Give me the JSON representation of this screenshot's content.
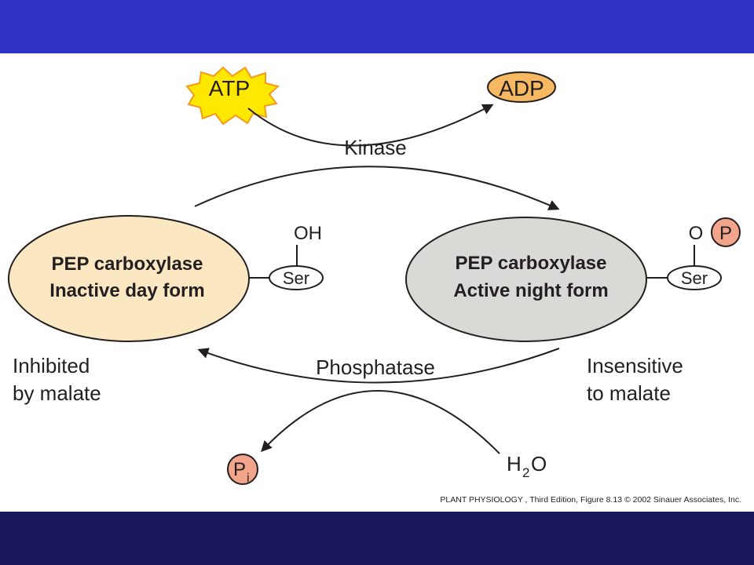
{
  "diagram": {
    "atp": "ATP",
    "adp": "ADP",
    "kinase": "Kinase",
    "phosphatase": "Phosphatase",
    "inactive_form": {
      "line1": "PEP carboxylase",
      "line2": "Inactive day form"
    },
    "active_form": {
      "line1": "PEP carboxylase",
      "line2": "Active night form"
    },
    "ser_left": "Ser",
    "ser_right": "Ser",
    "oh": "OH",
    "o": "O",
    "p": "P",
    "pi_main": "P",
    "pi_sub": "i",
    "water_h": "H",
    "water_sub": "2",
    "water_o": "O",
    "inhibited": {
      "line1": "Inhibited",
      "line2": "by malate"
    },
    "insensitive": {
      "line1": "Insensitive",
      "line2": "to malate"
    },
    "caption": "PLANT PHYSIOLOGY , Third Edition, Figure 8.13  © 2002 Sinauer Associates, Inc."
  },
  "colors": {
    "header": "#2f33c8",
    "footer": "#18185a",
    "inactive_fill": "#fbe8c2",
    "active_fill": "#d9d9d5",
    "atp_fill": "#ffe800",
    "atp_stroke": "#f39a1f",
    "adp_fill": "#f6b860",
    "phosphate_fill": "#f3a58c"
  }
}
